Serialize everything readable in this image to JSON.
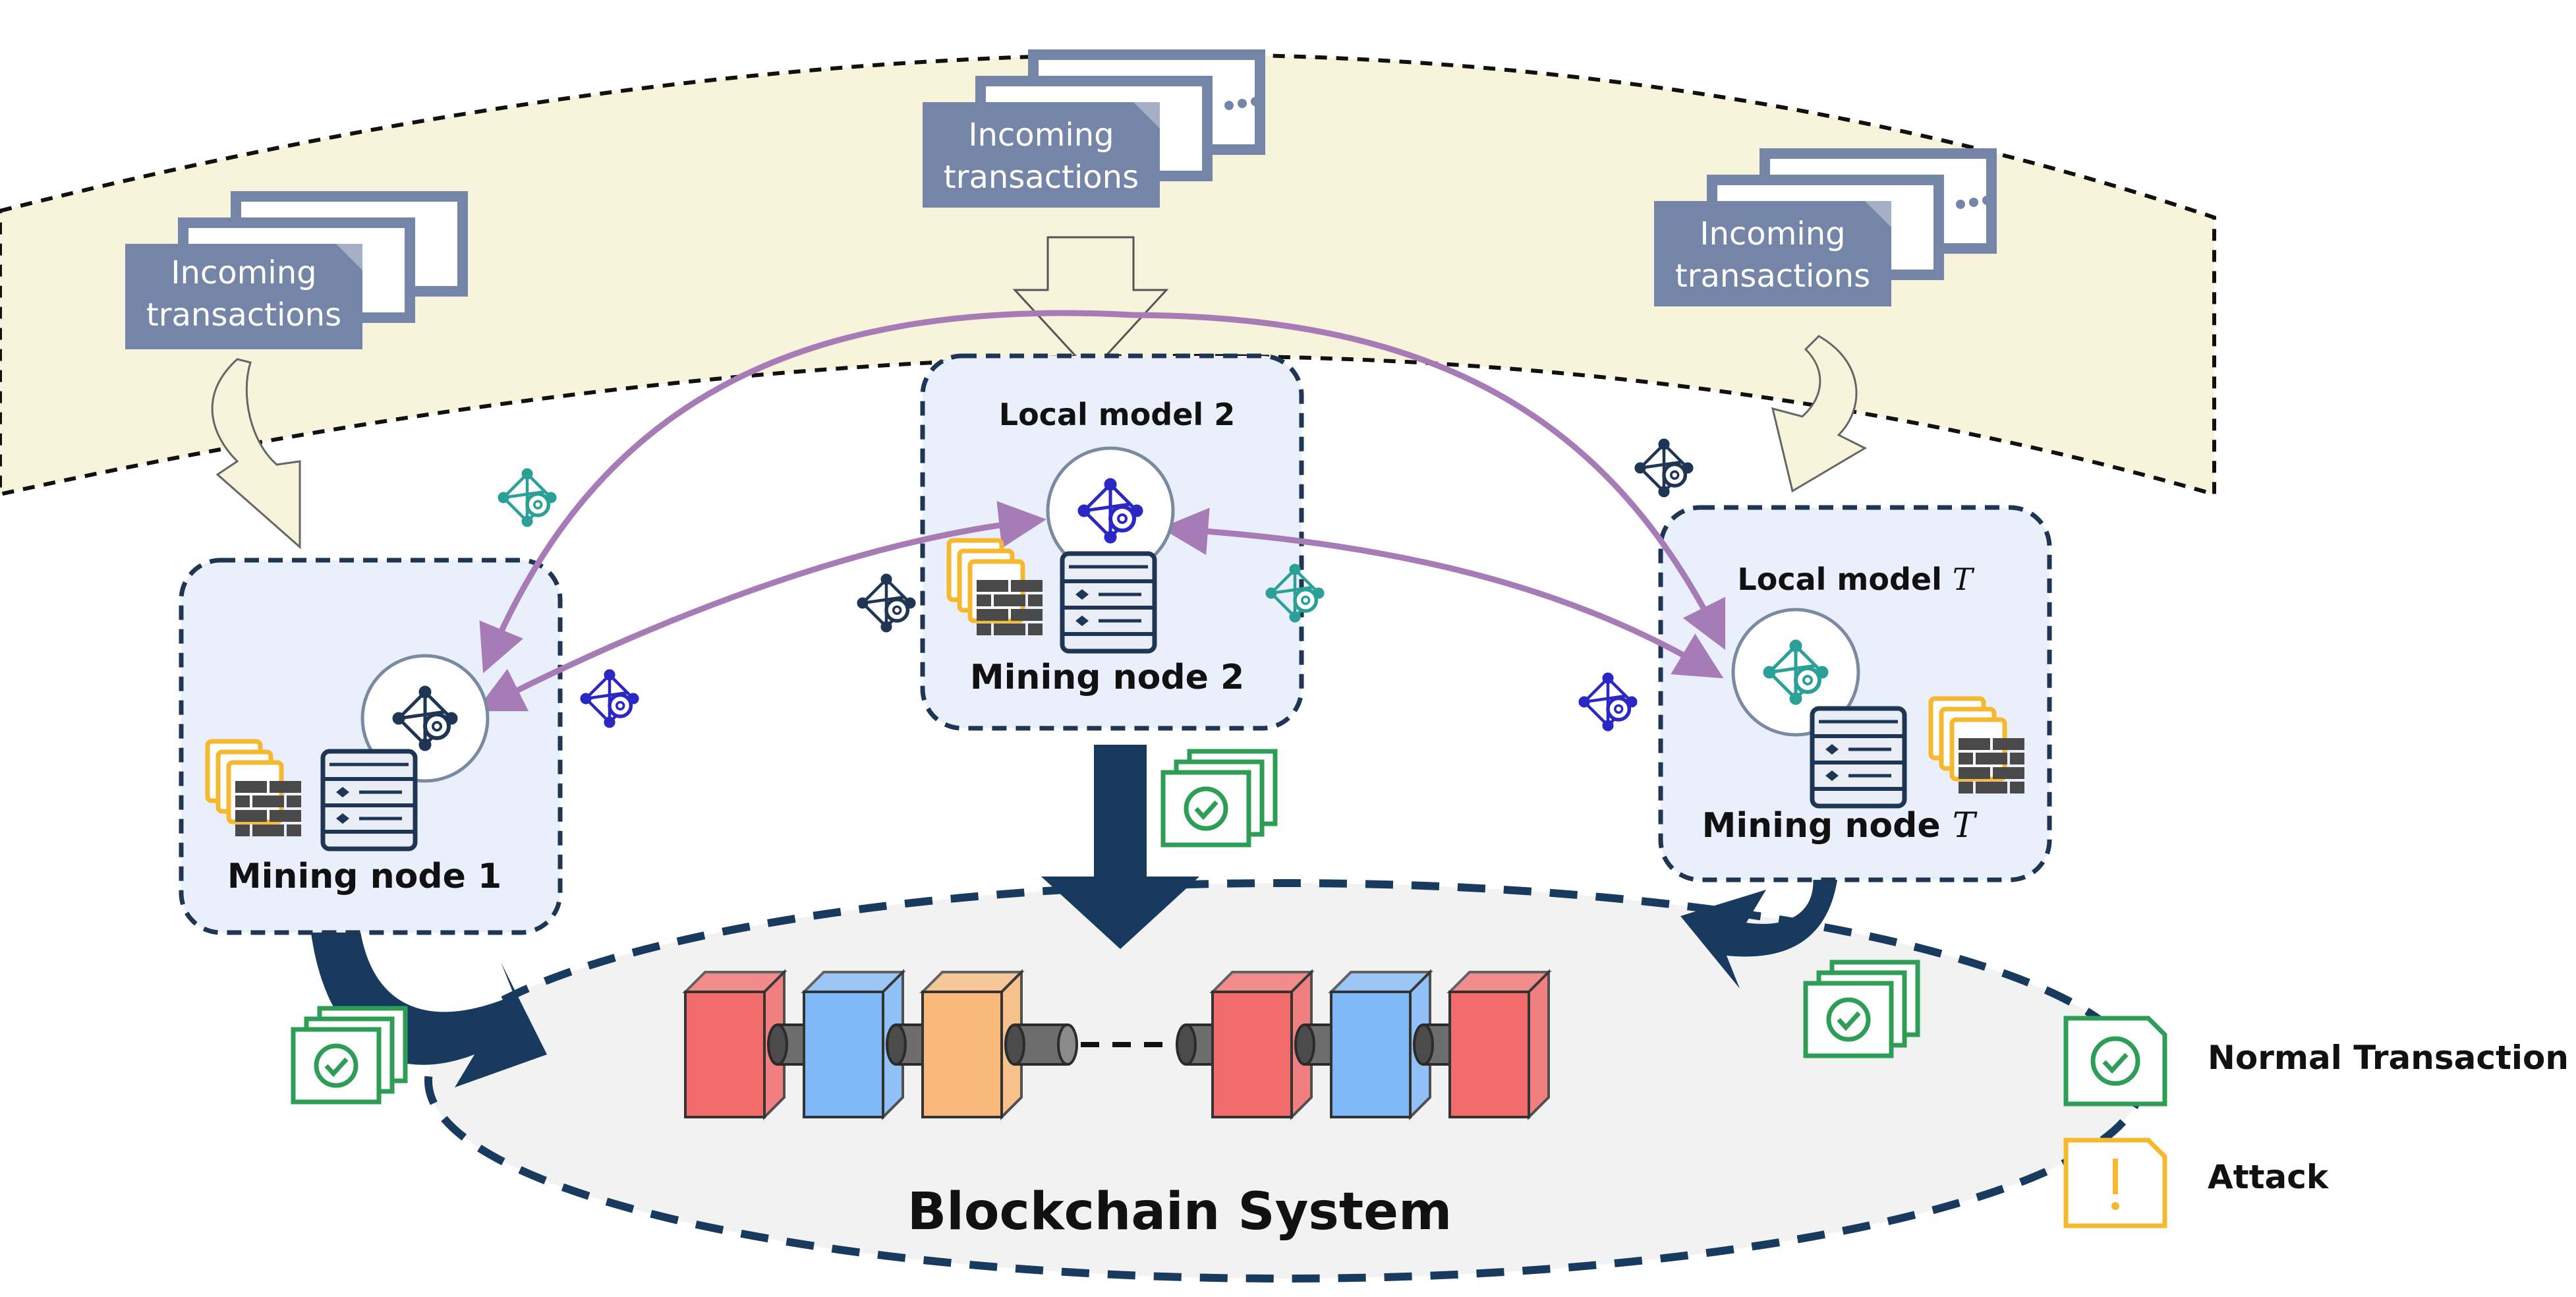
{
  "colors": {
    "band_fill": "#f8f4dc",
    "node_fill": "#eaf0fb",
    "node_border": "#1e3553",
    "tx_card": "#7585a8",
    "purple_arrow": "#a77bb6",
    "navy_arrow": "#173a5e",
    "block_red": "#f26b6b",
    "block_blue": "#7fb8f6",
    "block_orange": "#f8b97a",
    "normal_green": "#2e9e57",
    "attack_yellow": "#f5b82e",
    "ellipse_fill": "#f2f2f2"
  },
  "incoming": [
    {
      "line1": "Incoming",
      "line2": "transactions"
    },
    {
      "line1": "Incoming",
      "line2": "transactions"
    },
    {
      "line1": "Incoming",
      "line2": "transactions"
    }
  ],
  "nodes": {
    "node1": {
      "label": "Mining node 1"
    },
    "node2": {
      "label": "Mining node 2",
      "model": "Local model 2"
    },
    "nodeT": {
      "label_prefix": "Mining node ",
      "model_prefix": "Local model ",
      "symbol": "T"
    }
  },
  "blockchain": {
    "label": "Blockchain System"
  },
  "legend": {
    "normal": {
      "label": "Normal Transaction",
      "icon": "check-document-icon"
    },
    "attack": {
      "label": "Attack",
      "icon": "exclamation-document-icon"
    }
  }
}
